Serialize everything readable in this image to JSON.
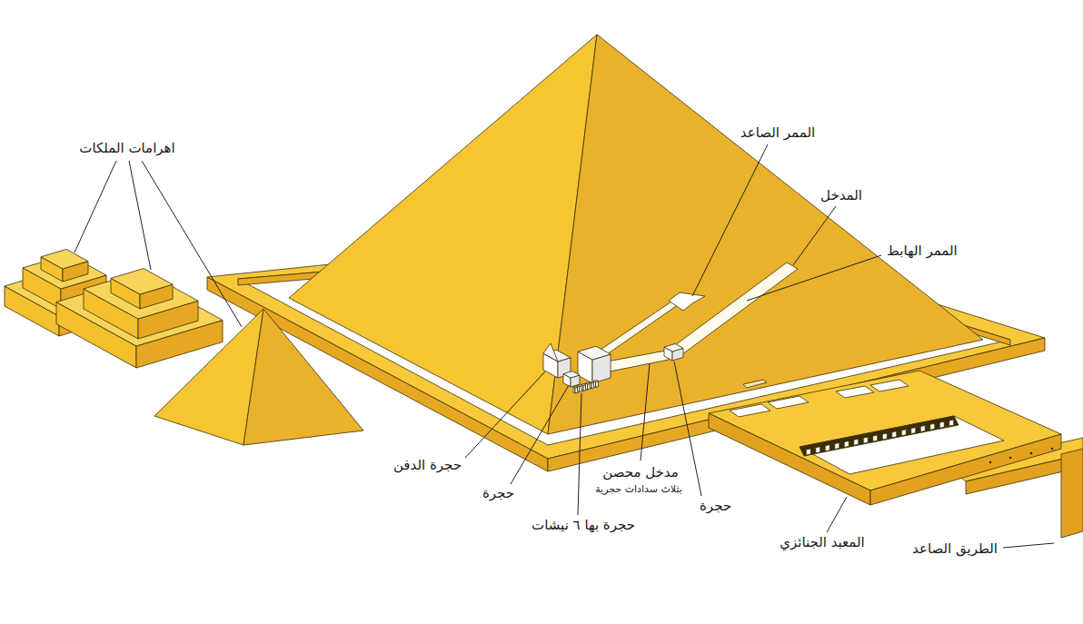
{
  "diagram": {
    "labels": [
      "اهرامات الملكات",
      "الممر الصاعد",
      "المدخل",
      "الممر الهابط",
      "حجرة الدفن",
      "حجرة",
      "مدخل محصن",
      "بثلاث سدادات حجرية",
      "حجرة بها ٦ نيشات",
      "حجرة",
      "المعبد الجنائزي",
      "الطريق الصاعد"
    ]
  }
}
